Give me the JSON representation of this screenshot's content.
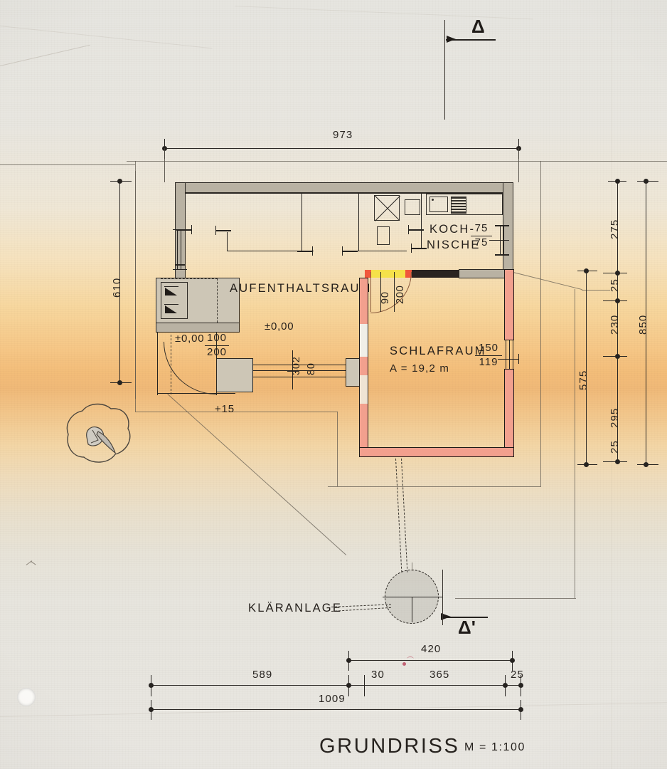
{
  "sheet": {
    "title": "GRUNDRISS",
    "scale": "M = 1:100"
  },
  "rooms": [
    {
      "id": "aufenthaltsraum",
      "label": "AUFENTHALTSRAUM",
      "level": "±0,00"
    },
    {
      "id": "schlafraum",
      "label": "SCHLAFRAUM",
      "area": "A = 19,2 m"
    },
    {
      "id": "kochnische",
      "label_line1": "KOCH-",
      "label_line2": "NISCHE"
    }
  ],
  "labels": {
    "kläranlage": "KLÄRANLAGE",
    "entrance_level": "±0,00",
    "interior_level": "±0,00",
    "exterior_level": "+15"
  },
  "section_markers": [
    {
      "id": "section-top",
      "glyph": "Δ"
    },
    {
      "id": "section-bottom",
      "glyph": "Δ'"
    }
  ],
  "openings": [
    {
      "id": "entrance-door",
      "width": "100",
      "height": "200"
    },
    {
      "id": "bedroom-door",
      "width": "90",
      "height": "200"
    },
    {
      "id": "kitchen-window",
      "width": "75",
      "height": "75"
    },
    {
      "id": "bedroom-window",
      "width": "150",
      "height": "119"
    },
    {
      "id": "corridor-opening",
      "width": "302",
      "height": "80"
    }
  ],
  "dimensions": {
    "top_overall": "973",
    "left_overall": "610",
    "right_chain": [
      "275",
      "25",
      "230",
      "295",
      "25"
    ],
    "right_partial": "575",
    "right_overall": "850",
    "bottom_chain": [
      "589",
      "30",
      "365",
      "25"
    ],
    "bottom_sub": "420",
    "bottom_overall": "1009"
  },
  "colors": {
    "new_wall": "#f2a08e",
    "existing_wall": "#b9b2a3",
    "opening_yellow": "#f5e14a",
    "opening_red": "#f0583c",
    "ink": "#262320",
    "paper_warm": "#f0b978"
  }
}
